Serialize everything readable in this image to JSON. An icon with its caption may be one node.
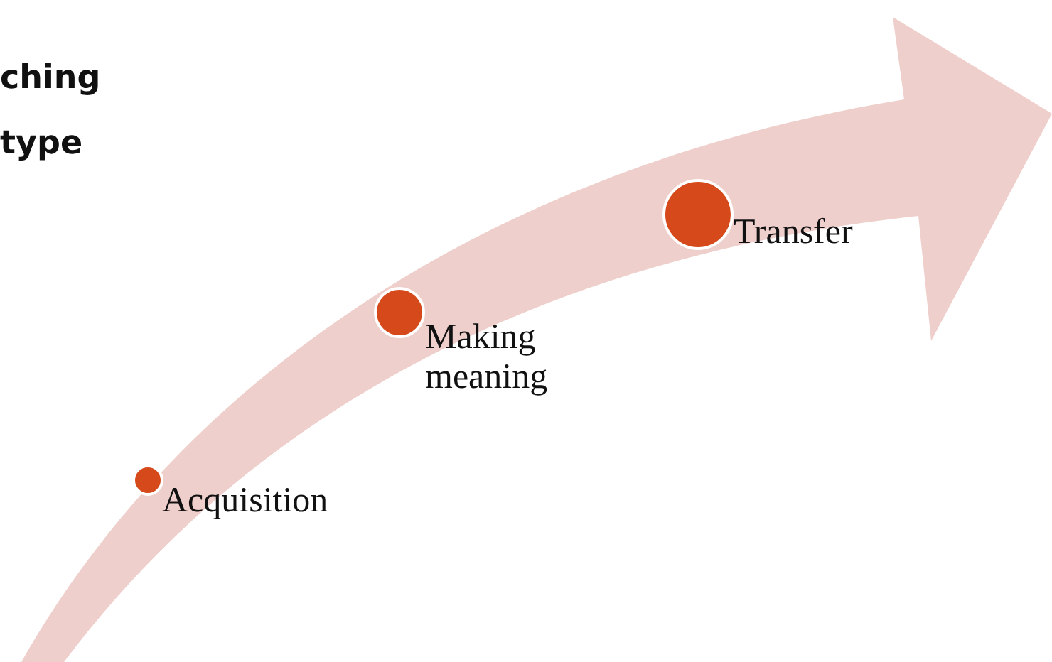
{
  "diagram": {
    "nodes": [
      {
        "text": [],
        "shape": "circle",
        "beside": [
          "Acquisition"
        ]
      },
      {
        "text": [],
        "shape": "circle",
        "beside": [
          "Making meaning"
        ]
      },
      {
        "text": [],
        "shape": "circle",
        "beside": [
          "Transfer"
        ]
      }
    ],
    "labels": [
      "ching",
      "type"
    ]
  }
}
